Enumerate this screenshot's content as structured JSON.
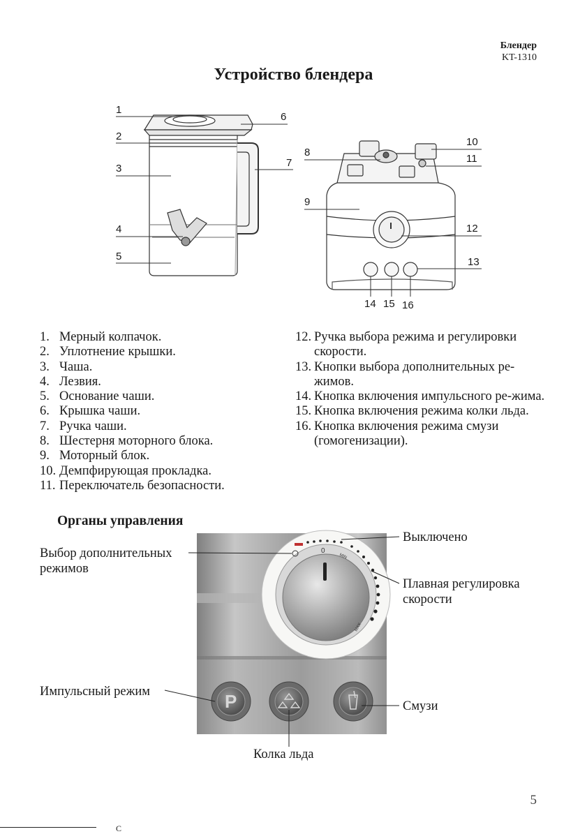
{
  "header": {
    "product": "Блендер",
    "model": "KT-1310"
  },
  "page_title": "Устройство блендера",
  "diagram_labels": [
    "1",
    "2",
    "3",
    "4",
    "5",
    "6",
    "7",
    "8",
    "9",
    "10",
    "11",
    "12",
    "13",
    "14",
    "15",
    "16"
  ],
  "parts_left": [
    {
      "n": "1.",
      "t": "Мерный колпачок."
    },
    {
      "n": "2.",
      "t": "Уплотнение крышки."
    },
    {
      "n": "3.",
      "t": "Чаша."
    },
    {
      "n": "4.",
      "t": "Лезвия."
    },
    {
      "n": "5.",
      "t": "Основание чаши."
    },
    {
      "n": "6.",
      "t": "Крышка чаши."
    },
    {
      "n": "7.",
      "t": "Ручка чаши."
    },
    {
      "n": "8.",
      "t": "Шестерня моторного блока."
    },
    {
      "n": "9.",
      "t": "Моторный блок."
    },
    {
      "n": "10.",
      "t": "Демпфирующая прокладка."
    },
    {
      "n": "11.",
      "t": "Переключатель безопасности."
    }
  ],
  "parts_right": [
    {
      "n": "12.",
      "t": "Ручка выбора режима и регулировки скорости."
    },
    {
      "n": "13.",
      "t": "Кнопки выбора дополнительных ре-жимов."
    },
    {
      "n": "14.",
      "t": "Кнопка включения импульсного ре-жима."
    },
    {
      "n": "15.",
      "t": "Кнопка включения режима колки льда."
    },
    {
      "n": "16.",
      "t": "Кнопка включения режима смузи (гомогенизации)."
    }
  ],
  "controls": {
    "heading": "Органы управления",
    "off": "Выключено",
    "extra_modes": "Выбор дополнительных режимов",
    "speed": "Плавная регулировка скорости",
    "pulse": "Импульсный режим",
    "ice": "Колка льда",
    "smoothie": "Смузи",
    "dial_zero": "0",
    "dial_min": "MIN",
    "dial_max": "MAX",
    "pulse_letter": "P"
  },
  "page_number": "5",
  "footer_fragment": "С"
}
